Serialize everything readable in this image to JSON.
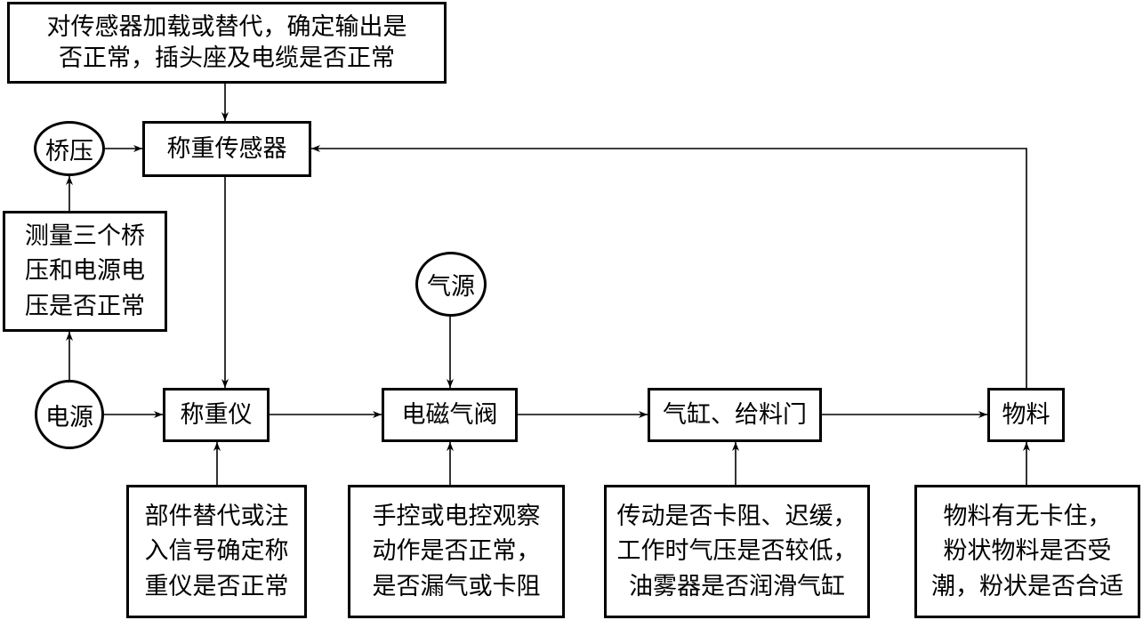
{
  "nodes": {
    "sensor_check": [
      "对传感器加载或替代，确定输出是",
      "否正常，插头座及电缆是否正常"
    ],
    "bridge_voltage": "桥压",
    "load_cell": "称重传感器",
    "measure_bridge": [
      "测量三个桥",
      "压和电源电",
      "压是否正常"
    ],
    "air_source": "气源",
    "power": "电源",
    "weighing_instrument": "称重仪",
    "solenoid_valve": "电磁气阀",
    "cylinder_gate": "气缸、给料门",
    "material": "物料",
    "instrument_check": [
      "部件替代或注",
      "入信号确定称",
      "重仪是否正常"
    ],
    "valve_check": [
      "手控或电控观察",
      "动作是否正常，",
      "是否漏气或卡阻"
    ],
    "cylinder_check": [
      "传动是否卡阻、迟缓，",
      "工作时气压是否较低，",
      "油雾器是否润滑气缸"
    ],
    "material_check": [
      "物料有无卡住，",
      "粉状物料是否受",
      "潮，粉状是否合适"
    ]
  }
}
